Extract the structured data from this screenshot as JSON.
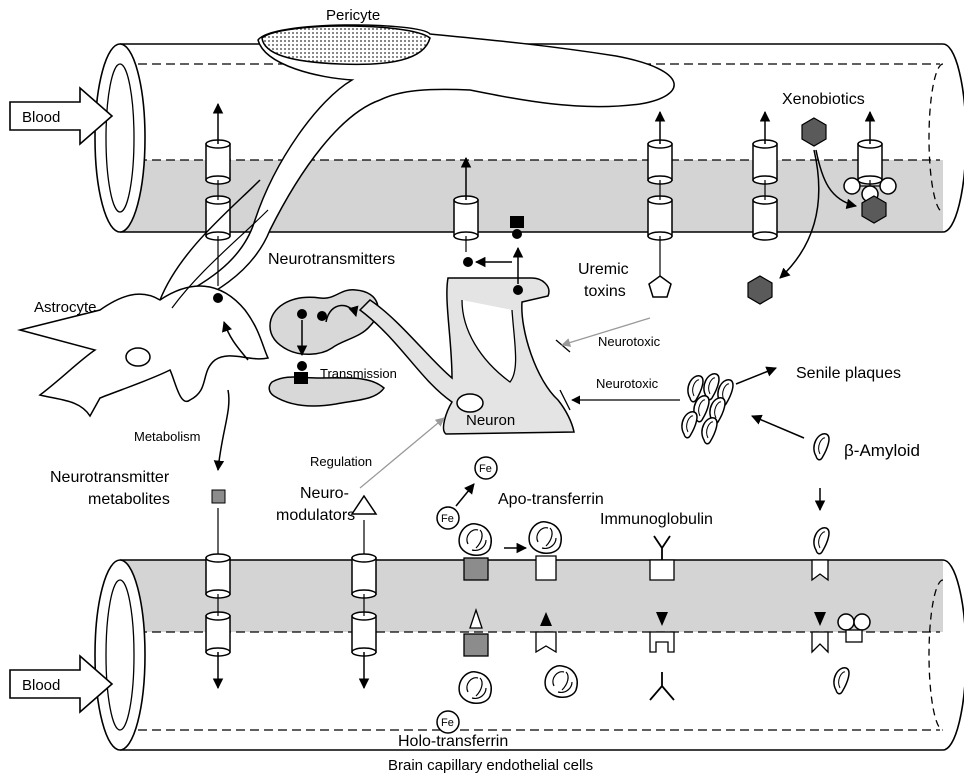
{
  "labels": {
    "pericyte": "Pericyte",
    "blood_top": "Blood",
    "blood_bottom": "Blood",
    "xenobiotics": "Xenobiotics",
    "neurotransmitters": "Neurotransmitters",
    "uremic": "Uremic",
    "toxins": "toxins",
    "astrocyte": "Astrocyte",
    "transmission": "Transmission",
    "neurotoxic_1": "Neurotoxic",
    "neurotoxic_2": "Neurotoxic",
    "senile_plaques": "Senile plaques",
    "neuron": "Neuron",
    "metabolism": "Metabolism",
    "beta_amyloid": "β-Amyloid",
    "regulation": "Regulation",
    "fe_free": "Fe",
    "fe_apo": "Fe",
    "fe_holo": "Fe",
    "neurotransmitter": "Neurotransmitter",
    "metabolites": "metabolites",
    "neuro": "Neuro-",
    "modulators": "modulators",
    "apo_transferrin": "Apo-transferrin",
    "immunoglobulin": "Immunoglobulin",
    "holo_transferrin": "Holo-transferrin",
    "footer": "Brain capillary endothelial cells"
  },
  "colors": {
    "vessel_fill": "#ffffff",
    "endothelium_band": "#d4d4d4",
    "neuron_fill": "#e4e4e4",
    "xenobiotic_fill": "#5a5a5a",
    "metabolite_fill": "#8c8c8c",
    "stroke": "#000000",
    "faint_arrow": "#9a9a9a"
  }
}
